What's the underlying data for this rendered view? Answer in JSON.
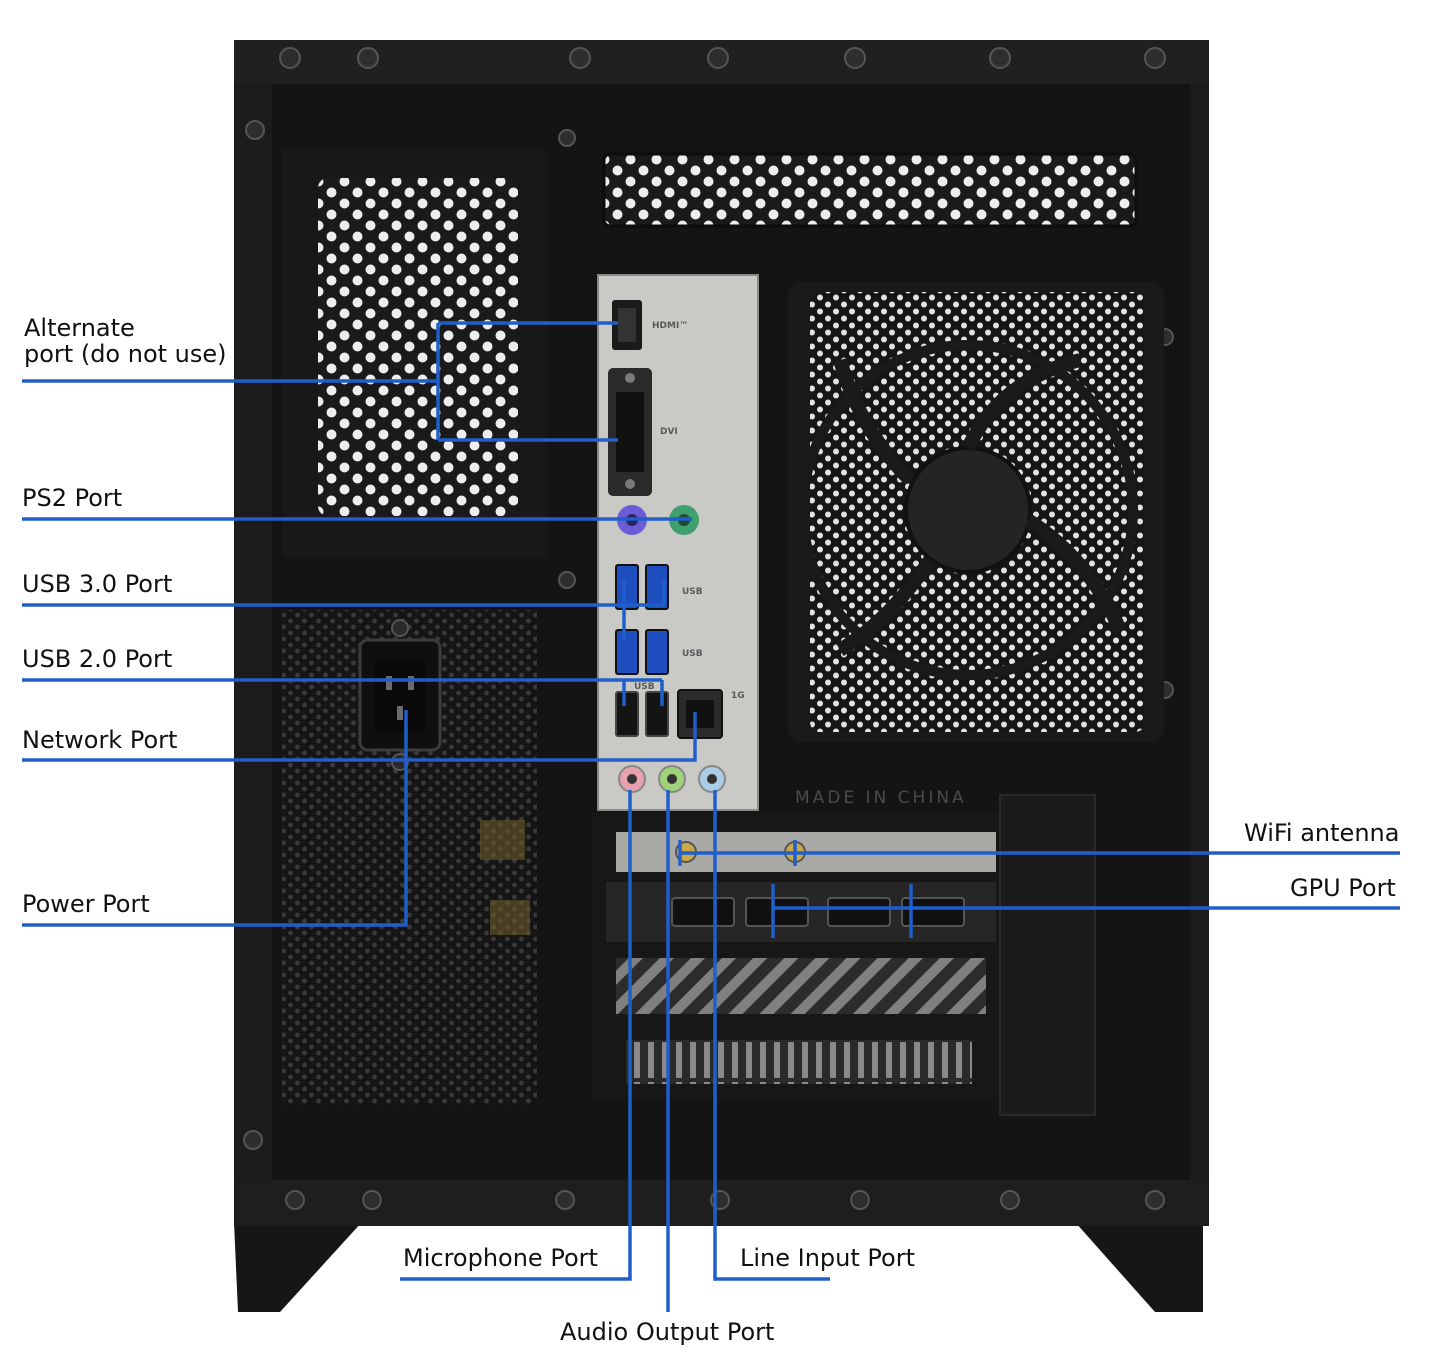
{
  "callouts": [
    {
      "id": "alternate",
      "line1": "Alternate",
      "line2": "port (do not use)"
    },
    {
      "id": "ps2",
      "text": "PS2 Port"
    },
    {
      "id": "usb3",
      "text": "USB 3.0 Port"
    },
    {
      "id": "usb2",
      "text": "USB 2.0 Port"
    },
    {
      "id": "network",
      "text": "Network Port"
    },
    {
      "id": "power",
      "text": "Power Port"
    },
    {
      "id": "wifi",
      "text": "WiFi antenna"
    },
    {
      "id": "gpu",
      "text": "GPU Port"
    },
    {
      "id": "mic",
      "text": "Microphone Port"
    },
    {
      "id": "linein",
      "text": "Line Input Port"
    },
    {
      "id": "audioout",
      "text": "Audio Output Port"
    }
  ],
  "io_shield": {
    "hdmi": "HDMI™",
    "dvi": "DVI",
    "usb_a": "USB",
    "usb_b": "USB",
    "usb_c": "USB",
    "lan": "1G"
  },
  "case_marking": "MADE IN CHINA",
  "colors": {
    "callout_line": "#1f5fcc",
    "case": "#1b1b1b",
    "io_shield": "#c9c9c6",
    "usb3_blue": "#1f4fbf",
    "ps2_purple": "#6a5bd6",
    "ps2_green": "#3f9f6e",
    "mic_pink": "#e7a0ad",
    "audio_green": "#9fd27a",
    "linein_blue": "#a9cde6"
  }
}
